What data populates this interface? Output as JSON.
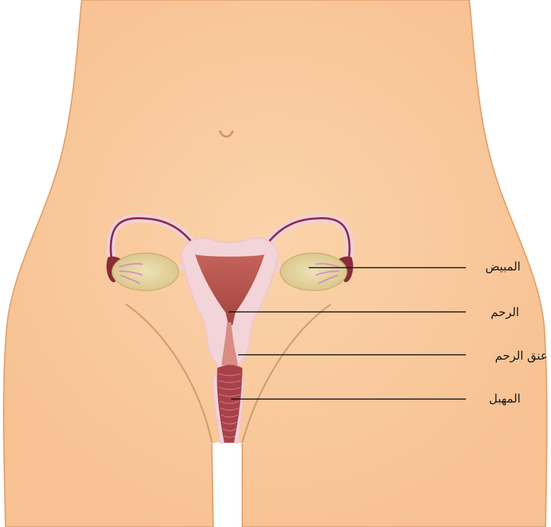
{
  "labels": {
    "ovary": "المبيض",
    "uterus": "الرحم",
    "cervix": "عنق الرحم",
    "vagina": "المهبل"
  },
  "colors": {
    "skin": "#f9c99c",
    "skin_outline": "#e2a370",
    "uterus_tissue": "#f3d4d8",
    "uterus_cavity": "#b9534f",
    "tube": "#8c2f4a",
    "ovary": "#e6d3a0",
    "vagina_canal": "#a7424a",
    "leader_line": "#111111"
  }
}
